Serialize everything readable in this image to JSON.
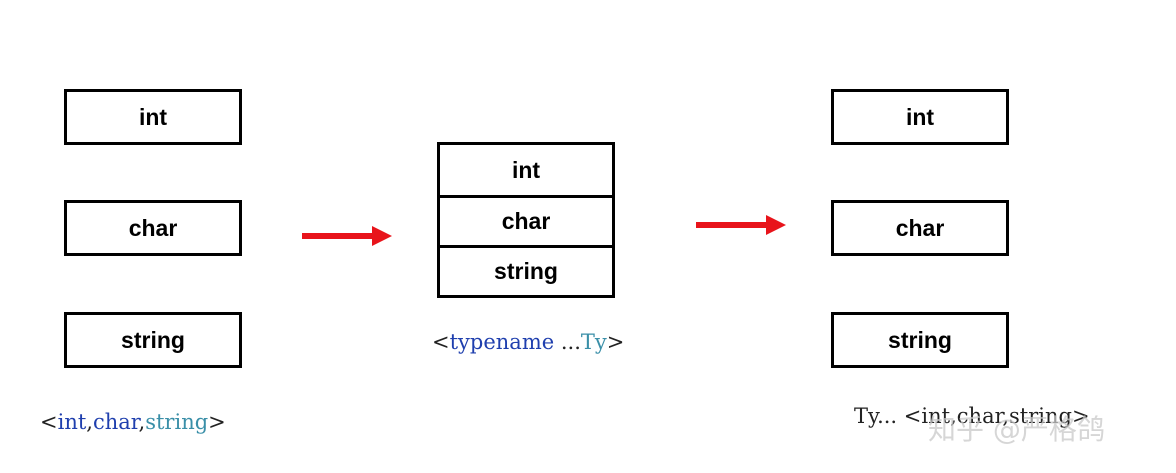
{
  "left_column": {
    "items": [
      "int",
      "char",
      "string"
    ],
    "caption": {
      "open": "<",
      "t1": "int",
      "sep1": ",",
      "t2": "char",
      "sep2": ",",
      "t3": "string",
      "close": ">"
    }
  },
  "middle_stack": {
    "items": [
      "int",
      "char",
      "string"
    ],
    "caption": {
      "open": "<",
      "keyword": "typename",
      "ellipsis": "...",
      "name": "Ty",
      "close": ">"
    }
  },
  "right_column": {
    "items": [
      "int",
      "char",
      "string"
    ],
    "caption": {
      "prefix": "Ty... ",
      "open": "<",
      "t1": "int",
      "sep1": ",",
      "t2": "char",
      "sep2": ",",
      "t3": "string",
      "close": ">"
    }
  },
  "watermark": "知乎 @严格鸽",
  "colors": {
    "arrow": "#e8141b",
    "border": "#000000",
    "keyword": "#1f3fae",
    "type_name": "#3a8fa8"
  }
}
